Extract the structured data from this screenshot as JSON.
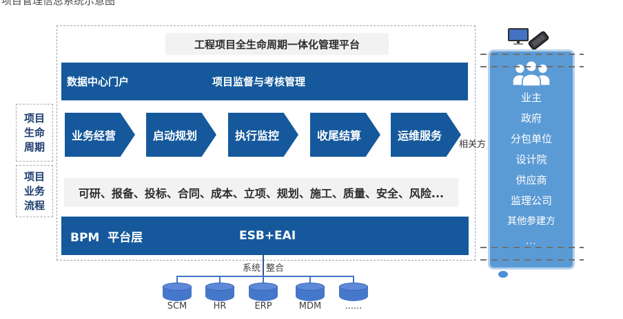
{
  "page": {
    "clipped_caption": "项目管理信息系统示意图"
  },
  "platform": {
    "title": "工程项目全生命周期一体化管理平台",
    "portal_bar": {
      "left": "数据中心门户",
      "right": "项目监督与考核管理"
    },
    "process_bar": "可研、报备、投标、合同、成本、立项、规划、施工、质量、安全、风险...",
    "platform_layer": {
      "left": "BPM  平台层",
      "right": "ESB+EAI"
    }
  },
  "side_labels": {
    "lifecycle": "项目生命周期",
    "business": "项目业务流程"
  },
  "lifecycle_stages": [
    "业务经营",
    "启动规划",
    "执行监控",
    "收尾结算",
    "运维服务"
  ],
  "stakeholder_note": "相关方",
  "integration": {
    "left_label": "系统",
    "right_label": "整合"
  },
  "systems": [
    "SCM",
    "HR",
    "ERP",
    "MDM",
    "......"
  ],
  "stakeholders": {
    "icon": "users-icon",
    "items": [
      "业主",
      "政府",
      "分包单位",
      "设计院",
      "供应商",
      "监理公司",
      "其他参建方",
      "..."
    ]
  },
  "devices": [
    "monitor-icon",
    "smartphone-icon"
  ],
  "colors": {
    "primary_dark_blue": "#15599c",
    "panel_blue": "#5b9bd5",
    "panel_border": "#b5d2ec",
    "cylinder_blue": "#4577cb",
    "connector_blue": "#4472c4",
    "strip_gray": "#f2f2f2",
    "dashed_border": "#94a3b3"
  }
}
